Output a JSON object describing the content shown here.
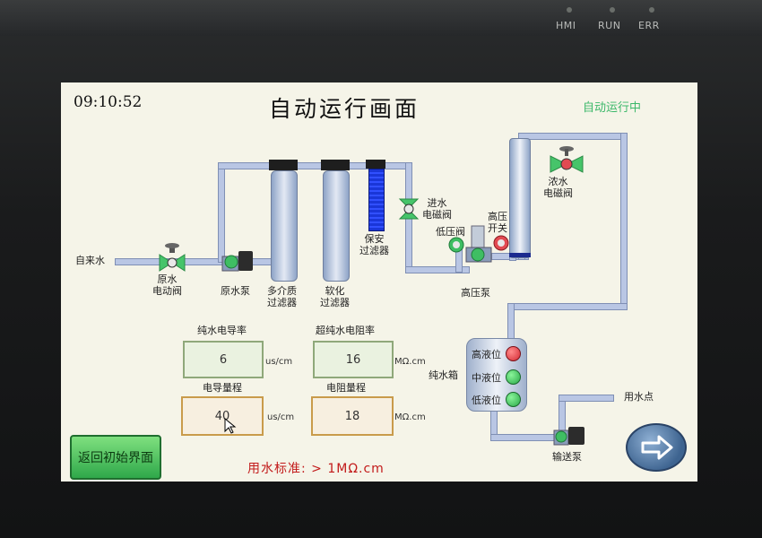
{
  "bezel": {
    "indicators": [
      {
        "label": "HMI",
        "color": "#7f8a80"
      },
      {
        "label": "RUN",
        "color": "#7f8a80"
      },
      {
        "label": "ERR",
        "color": "#7f8a80"
      }
    ]
  },
  "header": {
    "time": "09:10:52",
    "title": "自动运行画面",
    "status": "自动运行中"
  },
  "process": {
    "source_label": "自来水",
    "raw_water_valve": "原水\n电动阀",
    "raw_water_pump": "原水泵",
    "multi_media_filter": "多介质\n过滤器",
    "softener_filter": "软化\n过滤器",
    "security_filter": "保安\n过滤器",
    "inlet_solenoid_valve": "进水\n电磁阀",
    "low_pressure_valve": "低压阀",
    "high_pressure_switch": "高压\n开关",
    "high_pressure_pump": "高压泵",
    "concentrate_solenoid_valve": "浓水\n电磁阀",
    "pure_water_tank": "纯水箱",
    "level_high": "高液位",
    "level_mid": "中液位",
    "level_low": "低液位",
    "transfer_pump": "输送泵",
    "use_point": "用水点"
  },
  "measurements": {
    "conductivity_label": "纯水电导率",
    "conductivity_value": "6",
    "conductivity_unit": "us/cm",
    "resistivity_label": "超纯水电阻率",
    "resistivity_value": "16",
    "resistivity_unit": "MΩ.cm",
    "conductivity_range_label": "电导量程",
    "conductivity_range_value": "40",
    "conductivity_range_unit": "us/cm",
    "resistivity_range_label": "电阻量程",
    "resistivity_range_value": "18",
    "resistivity_range_unit": "MΩ.cm"
  },
  "footer": {
    "back_button": "返回初始界面",
    "standard": "用水标准: > 1MΩ.cm"
  },
  "colors": {
    "screen_bg": "#f5f4e8",
    "pipe": "#b9c6e4",
    "status_green": "#3cb86a",
    "standard_red": "#c21a1a",
    "box_green_border": "#8fa87a",
    "box_orange_border": "#c99b4b"
  }
}
